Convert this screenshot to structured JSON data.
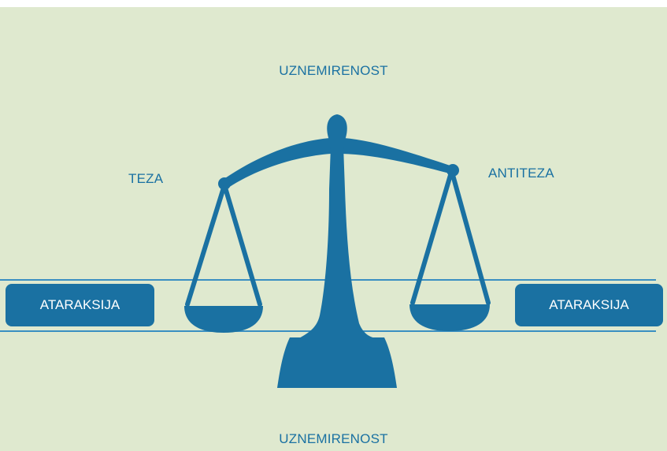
{
  "colors": {
    "background": "#dfe9cf",
    "accent": "#1a71a2",
    "band_line": "#3a8fc2",
    "box_text": "#ffffff"
  },
  "labels": {
    "top": "UZNEMIRENOST",
    "bottom": "UZNEMIRENOST",
    "left_pan": "TEZA",
    "right_pan": "ANTITEZA"
  },
  "boxes": {
    "left": "ATARAKSIJA",
    "right": "ATARAKSIJA"
  },
  "icon": "balance-scale-icon"
}
